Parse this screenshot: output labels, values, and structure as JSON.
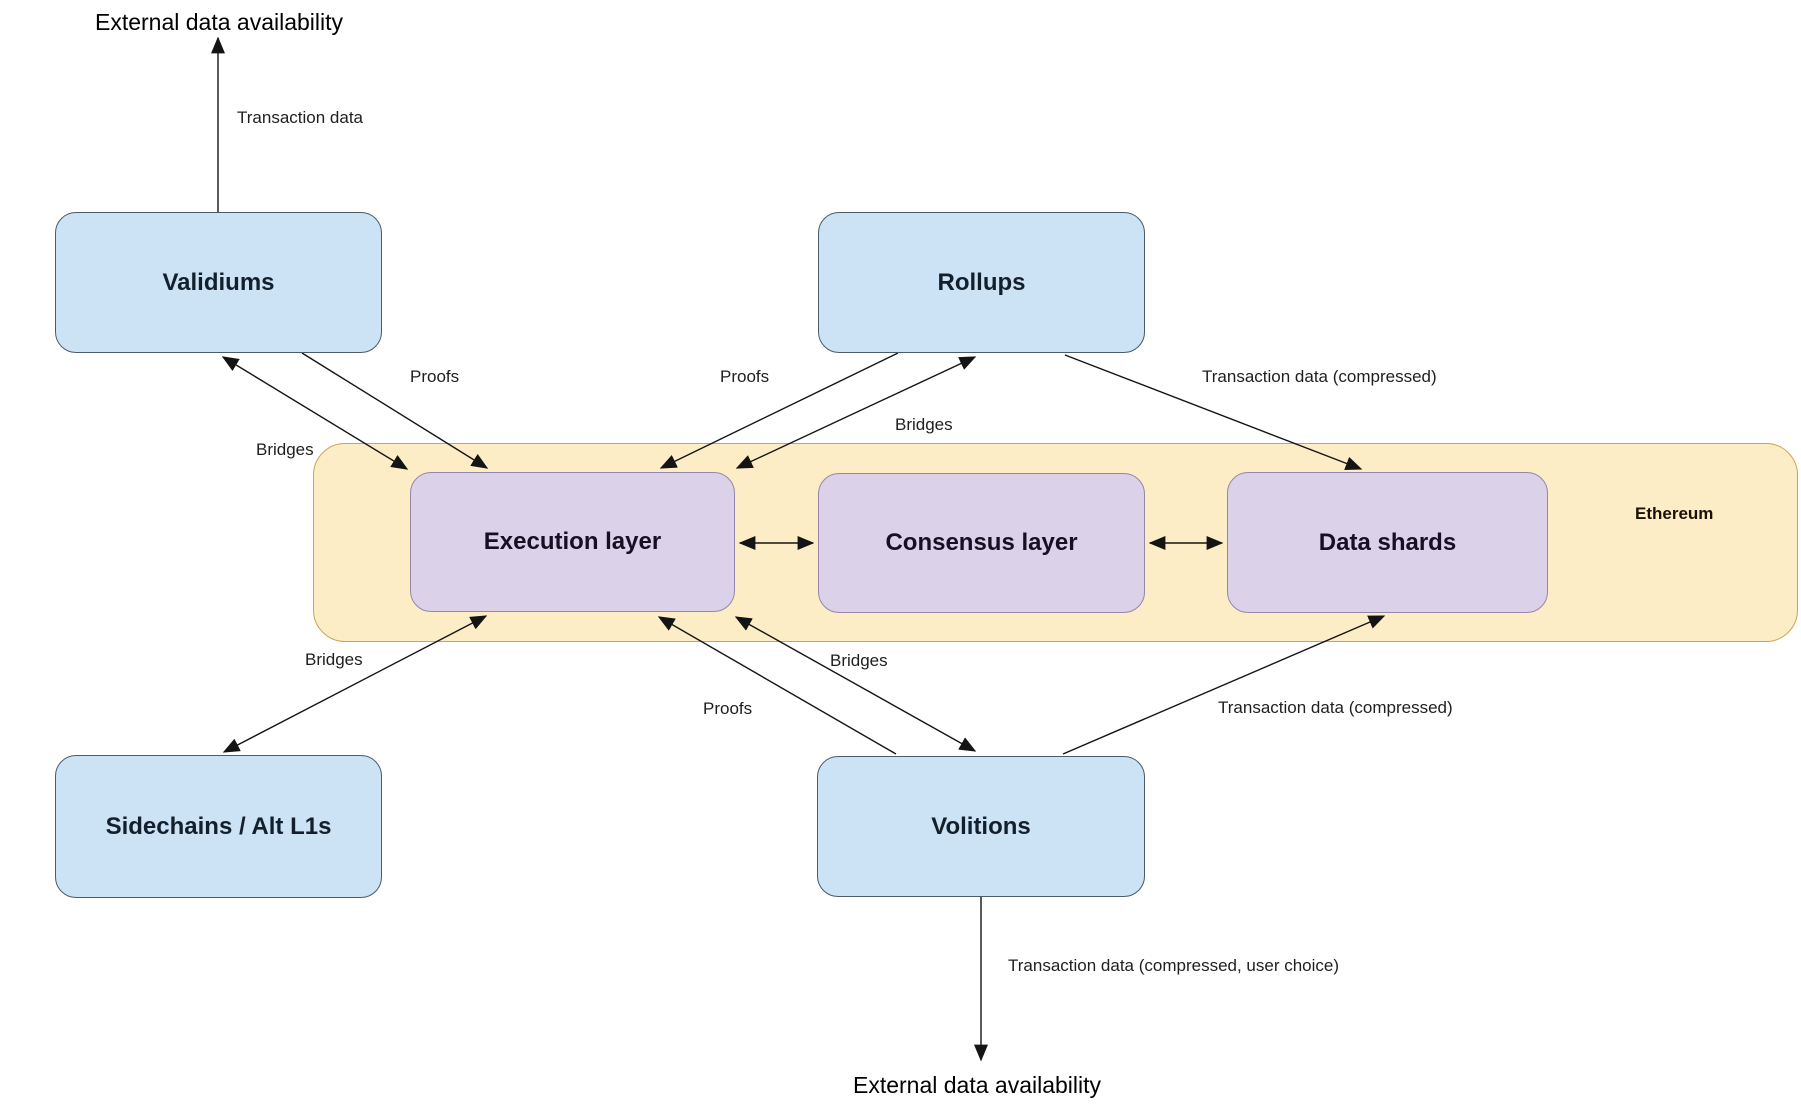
{
  "diagram": {
    "external_top": "External data availability",
    "external_bottom": "External data availability",
    "nodes": {
      "validiums": {
        "label": "Validiums"
      },
      "rollups": {
        "label": "Rollups"
      },
      "sidechains": {
        "label": "Sidechains / Alt L1s"
      },
      "volitions": {
        "label": "Volitions"
      },
      "execution": {
        "label": "Execution layer"
      },
      "consensus": {
        "label": "Consensus layer"
      },
      "datashards": {
        "label": "Data shards"
      },
      "ethereum_band": {
        "label": "Ethereum"
      }
    },
    "edge_labels": {
      "tx_top": "Transaction data",
      "proofs_validiums": "Proofs",
      "bridges_validiums": "Bridges",
      "proofs_rollups": "Proofs",
      "bridges_rollups": "Bridges",
      "tx_rollups": "Transaction data (compressed)",
      "bridges_sidechains": "Bridges",
      "proofs_volitions": "Proofs",
      "bridges_volitions": "Bridges",
      "tx_volitions": "Transaction data (compressed)",
      "tx_bottom": "Transaction data (compressed, user choice)"
    },
    "colors": {
      "node_blue_fill": "#cce3f6",
      "node_blue_border": "#4c5b69",
      "node_purple_fill": "#dbd1e8",
      "node_purple_border": "#9587a9",
      "band_fill": "#fdedc6",
      "band_border": "#cda454",
      "line": "#141414",
      "label_text": "#1f1f1f"
    }
  }
}
